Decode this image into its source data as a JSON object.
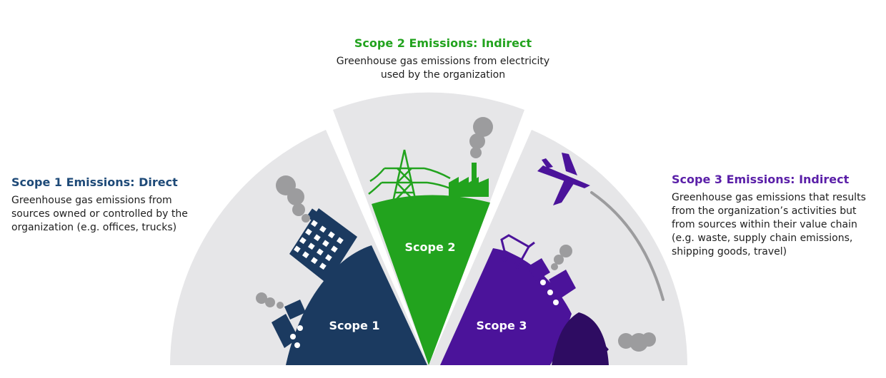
{
  "scope1": {
    "title": "Scope 1 Emissions: Direct",
    "lines": [
      "Greenhouse gas emissions from",
      "sources owned or controlled by the",
      "organization (e.g. offices, trucks)"
    ],
    "segment_label": "Scope 1"
  },
  "scope2": {
    "title": "Scope 2 Emissions: Indirect",
    "lines": [
      "Greenhouse gas emissions from electricity",
      "used by the organization"
    ],
    "segment_label": "Scope 2"
  },
  "scope3": {
    "title": "Scope 3 Emissions: Indirect",
    "lines": [
      "Greenhouse gas emissions that results",
      "from the organization’s activities but",
      "from sources within their value chain",
      "(e.g. waste, supply chain emissions,",
      "shipping goods, travel)"
    ],
    "segment_label": "Scope 3"
  },
  "colors": {
    "scope1": "#1b3a60",
    "scope2": "#22a31e",
    "scope3": "#4b139a",
    "scope3_dark": "#2e0c62",
    "background_wedge": "#e6e6e8",
    "smoke": "#9c9c9e",
    "scope1_title": "#1e4a78",
    "scope2_title": "#22a31e",
    "scope3_title": "#5a1fa8"
  },
  "icons": [
    "office-building-icon",
    "dump-truck-icon",
    "smoke-cloud-icon",
    "power-pylon-icon",
    "factory-icon",
    "airplane-icon",
    "shopping-cart-icon",
    "delivery-truck-icon",
    "ship-icon"
  ]
}
